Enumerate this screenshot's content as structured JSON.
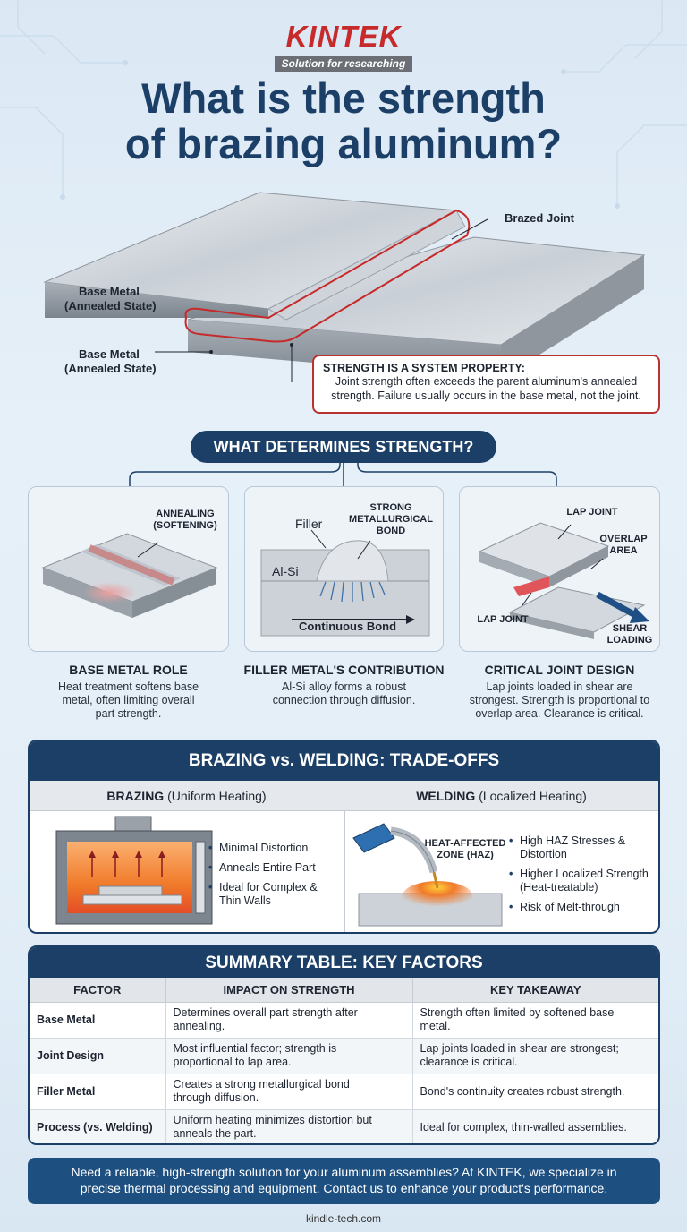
{
  "brand": {
    "name": "KINTEK",
    "tagline": "Solution for researching"
  },
  "title": {
    "line1": "What is the strength",
    "line2": "of brazing aluminum?"
  },
  "hero": {
    "brazed_joint": "Brazed Joint",
    "base_metal_top_1": "Base Metal",
    "base_metal_top_2": "(Annealed State)",
    "base_metal_bottom_1": "Base Metal",
    "base_metal_bottom_2": "(Annealed State)",
    "callout_title": "STRENGTH IS A SYSTEM PROPERTY:",
    "callout_line1": "Joint strength often exceeds the parent aluminum's annealed",
    "callout_line2": "strength. Failure usually occurs in the base metal, not the joint."
  },
  "determines": {
    "heading": "WHAT DETERMINES STRENGTH?",
    "cards": [
      {
        "labels": {
          "annealing_1": "ANNEALING",
          "annealing_2": "(SOFTENING)"
        },
        "title": "BASE METAL ROLE",
        "desc_1": "Heat treatment softens base",
        "desc_2": "metal, often limiting overall",
        "desc_3": "part strength."
      },
      {
        "labels": {
          "filler": "Filler",
          "bond_1": "STRONG",
          "bond_2": "METALLURGICAL",
          "bond_3": "BOND",
          "alsi": "Al-Si",
          "continuous": "Continuous Bond"
        },
        "title": "FILLER METAL'S CONTRIBUTION",
        "desc_1": "Al-Si alloy forms a robust",
        "desc_2": "connection through diffusion.",
        "desc_3": ""
      },
      {
        "labels": {
          "lap_top": "LAP JOINT",
          "overlap_1": "OVERLAP",
          "overlap_2": "AREA",
          "lap_bottom": "LAP JOINT",
          "shear_1": "SHEAR",
          "shear_2": "LOADING"
        },
        "title": "CRITICAL JOINT DESIGN",
        "desc_1": "Lap joints loaded in shear are",
        "desc_2": "strongest. Strength is proportional to",
        "desc_3": "overlap area. Clearance is critical."
      }
    ]
  },
  "tradeoffs": {
    "heading": "BRAZING vs. WELDING: TRADE-OFFS",
    "brazing": {
      "name": "BRAZING",
      "detail": "(Uniform Heating)",
      "bullets": [
        "Minimal Distortion",
        "Anneals Entire Part",
        "Ideal for Complex &",
        "Thin Walls"
      ]
    },
    "welding": {
      "name": "WELDING",
      "detail": "(Localized Heating)",
      "haz_1": "HEAT-AFFECTED",
      "haz_2": "ZONE (HAZ)",
      "bullets": [
        "High HAZ Stresses &",
        "Distortion",
        "Higher Localized Strength",
        "(Heat-treatable)",
        "Risk of Melt-through"
      ]
    }
  },
  "summary": {
    "heading": "SUMMARY TABLE: KEY FACTORS",
    "columns": [
      "FACTOR",
      "IMPACT ON STRENGTH",
      "KEY TAKEAWAY"
    ],
    "rows": [
      {
        "factor": "Base Metal",
        "impact_1": "Determines overall part strength after",
        "impact_2": "annealing.",
        "takeaway_1": "Strength often limited by softened base",
        "takeaway_2": "metal."
      },
      {
        "factor": "Joint Design",
        "impact_1": "Most influential factor; strength is",
        "impact_2": "proportional to lap area.",
        "takeaway_1": "Lap joints loaded in shear are strongest;",
        "takeaway_2": "clearance is critical."
      },
      {
        "factor": "Filler Metal",
        "impact_1": "Creates a strong metallurgical bond",
        "impact_2": "through diffusion.",
        "takeaway_1": "Bond's continuity creates robust strength.",
        "takeaway_2": ""
      },
      {
        "factor": "Process (vs. Welding)",
        "impact_1": "Uniform heating minimizes distortion but",
        "impact_2": "anneals the part.",
        "takeaway_1": "Ideal for complex, thin-walled assemblies.",
        "takeaway_2": ""
      }
    ]
  },
  "cta": {
    "line1": "Need a reliable, high-strength solution for your aluminum assemblies? At KINTEK, we specialize in",
    "line2": "precise thermal processing and equipment. Contact us to enhance your product's performance."
  },
  "website": "kindle-tech.com",
  "colors": {
    "navy": "#1b3f66",
    "accent_red": "#c62a2a",
    "heat_orange": "#f07a2a"
  }
}
